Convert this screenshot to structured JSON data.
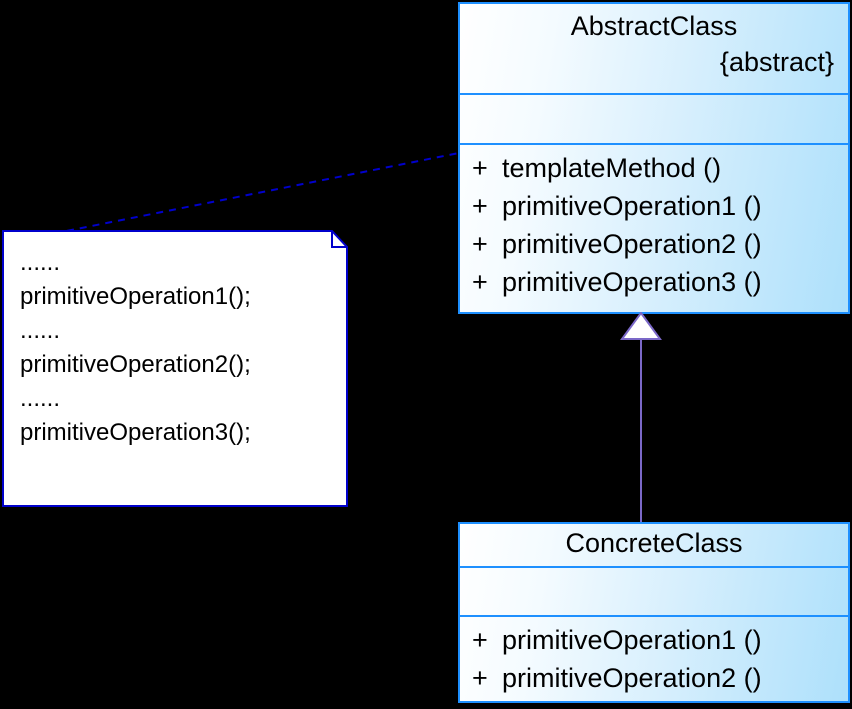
{
  "diagram": {
    "title": "Template Method Pattern UML Class Diagram",
    "background_color": "#000000",
    "accent_color": "#1E90FF",
    "class_fill_light": "#FFFFFF",
    "class_fill_dark": "#ADE0FB",
    "note_fill": "#FFFFFF",
    "note_border_color": "#0000CC",
    "dashed_link_color": "#0000CC",
    "generalization_color": "#7B68C8"
  },
  "abstract_class": {
    "name": "AbstractClass",
    "stereotype": "{abstract}",
    "attributes": [],
    "operations": [
      {
        "visibility": "+",
        "signature": "templateMethod ()"
      },
      {
        "visibility": "+",
        "signature": "primitiveOperation1 ()"
      },
      {
        "visibility": "+",
        "signature": "primitiveOperation2 ()"
      },
      {
        "visibility": "+",
        "signature": "primitiveOperation3 ()"
      }
    ]
  },
  "concrete_class": {
    "name": "ConcreteClass",
    "attributes": [],
    "operations": [
      {
        "visibility": "+",
        "signature": "primitiveOperation1 ()"
      },
      {
        "visibility": "+",
        "signature": "primitiveOperation2 ()"
      }
    ]
  },
  "note": {
    "lines": [
      "......",
      "primitiveOperation1();",
      "......",
      "primitiveOperation2();",
      "......",
      "primitiveOperation3();"
    ]
  },
  "relationships": [
    {
      "type": "generalization",
      "from": "ConcreteClass",
      "to": "AbstractClass",
      "arrowhead": "hollow-triangle"
    },
    {
      "type": "note-anchor",
      "from": "note",
      "to": "AbstractClass.templateMethod",
      "style": "dashed"
    }
  ]
}
